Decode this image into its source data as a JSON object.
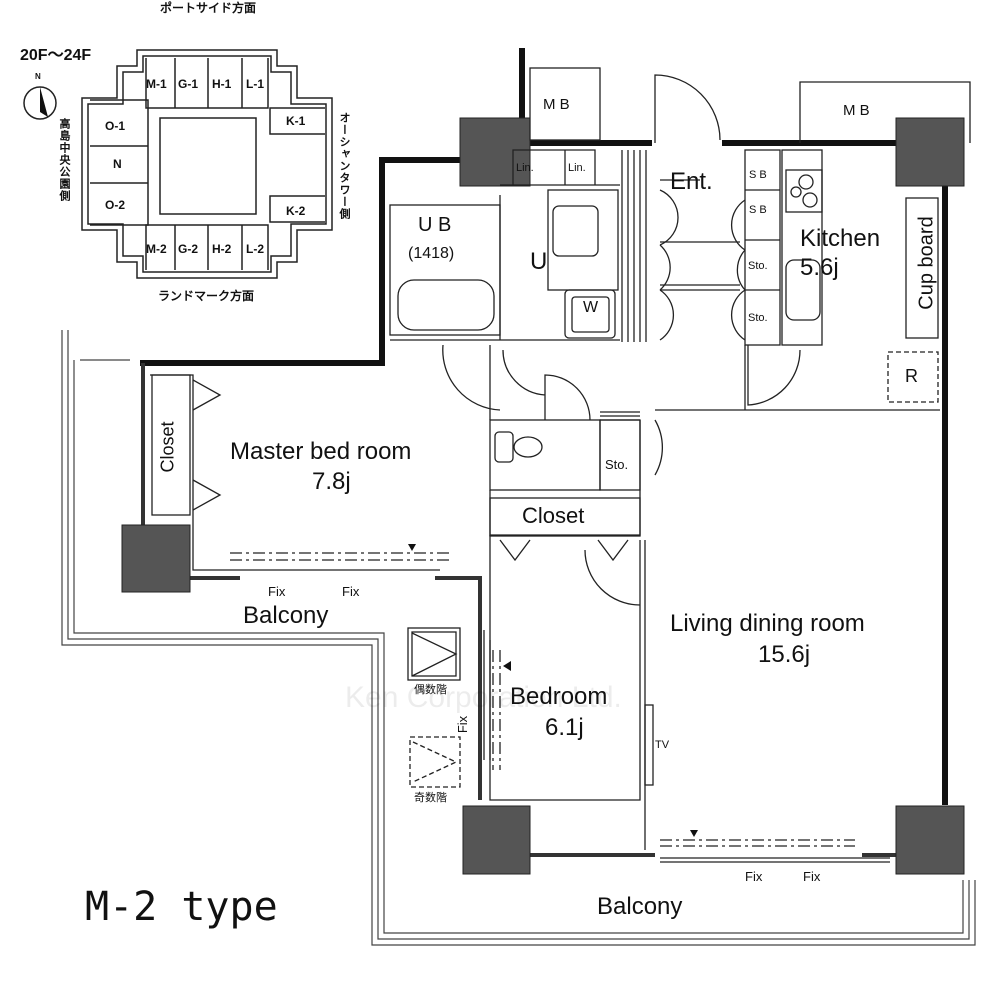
{
  "key_plan": {
    "floors": "20F〜24F",
    "north": "N",
    "top_side": "ポートサイド方面",
    "bottom_side": "ランドマーク方面",
    "left_side": "高島中央公園側",
    "right_side": "オーシャンタワー側",
    "units_top": [
      "M-1",
      "G-1",
      "H-1",
      "L-1"
    ],
    "units_bottom": [
      "M-2",
      "G-2",
      "H-2",
      "L-2"
    ],
    "units_left": [
      "O-1",
      "N",
      "O-2"
    ],
    "units_right": [
      "K-1",
      "K-2"
    ]
  },
  "rooms": {
    "master_bed": {
      "name": "Master bed room",
      "size": "7.8j"
    },
    "living": {
      "name": "Living dining room",
      "size": "15.6j"
    },
    "bedroom": {
      "name": "Bedroom",
      "size": "6.1j"
    },
    "kitchen": {
      "name": "Kitchen",
      "size": "5.6j"
    },
    "ub": {
      "name": "U B",
      "size": "(1418)"
    },
    "utility": "U",
    "entrance": "Ent.",
    "closet_left": "Closet",
    "closet_center": "Closet",
    "cupboard": "Cup board",
    "balcony_top": "Balcony",
    "balcony_bottom": "Balcony"
  },
  "fixtures": {
    "mb": "M B",
    "lin": "Lin.",
    "sb": "S B",
    "sto": "Sto.",
    "washer": "W",
    "fridge": "R",
    "tv": "TV",
    "fix": "Fix",
    "even_floor": "偶数階",
    "odd_floor": "奇数階"
  },
  "type_label": "M-2 type",
  "watermark": "Ken Corporation Ltd."
}
